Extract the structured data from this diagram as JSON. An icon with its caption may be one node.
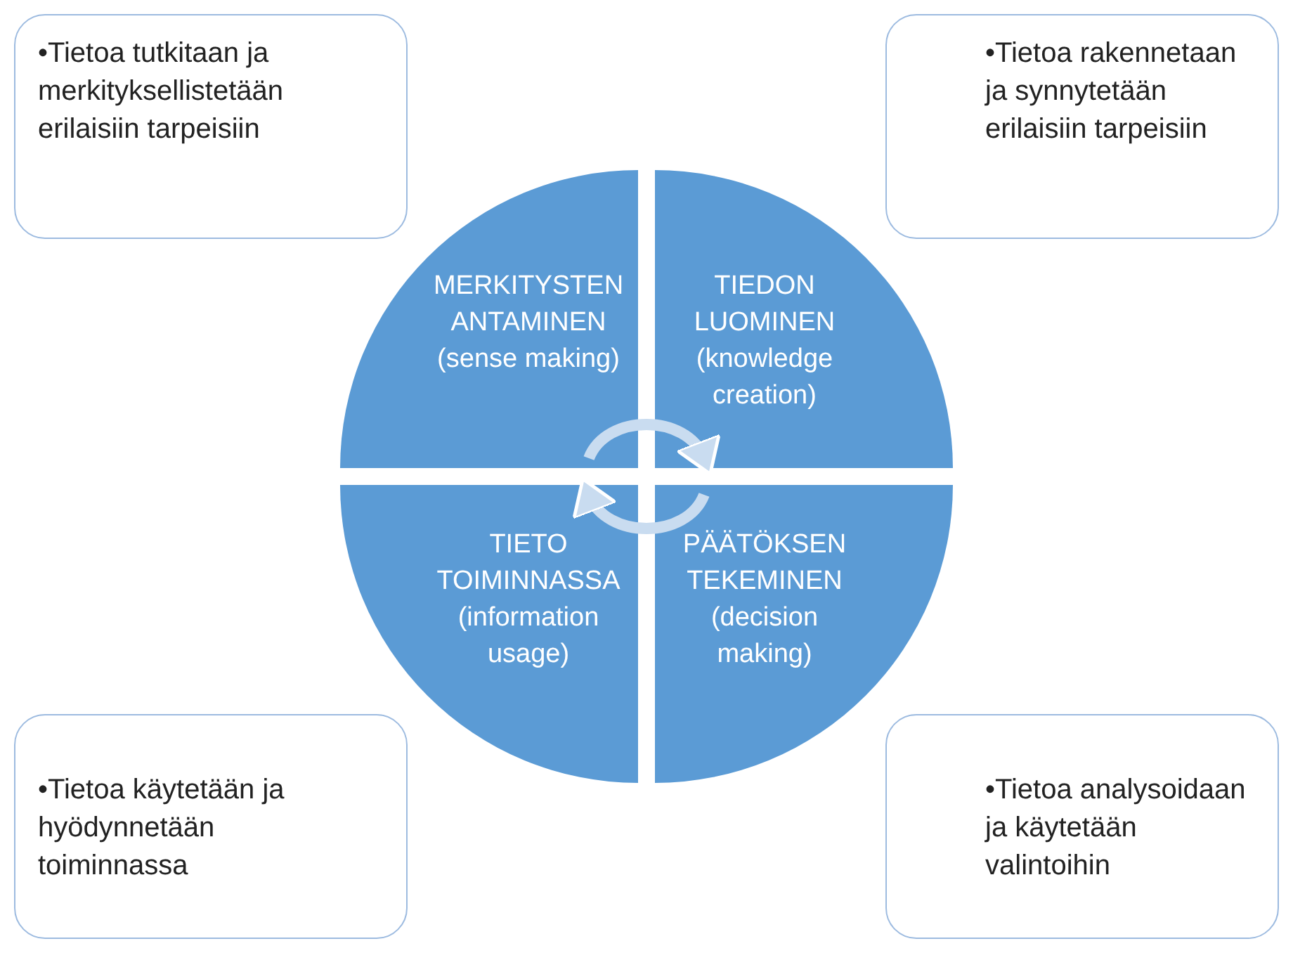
{
  "diagram": {
    "nodes": [
      {
        "text": [
          "•Tietoa tutkitaan ja merkityksellistetään erilaisiin tarpeisiin"
        ]
      },
      {
        "text": [
          "•Tietoa rakennetaan ja synnytetään erilaisiin tarpeisiin"
        ]
      },
      {
        "text": [
          "MERKITYSTEN ANTAMINEN (sense making)"
        ]
      },
      {
        "text": [
          "TIEDON LUOMINEN (knowledge creation)"
        ]
      },
      {
        "text": [
          "TIETO TOIMINNASSA (information usage)"
        ]
      },
      {
        "text": [
          "PÄÄTÖKSEN TEKEMINEN (decision making)"
        ]
      },
      {
        "text": [
          "•Tietoa käytetään ja hyödynnetään toiminnassa"
        ]
      },
      {
        "text": [
          "•Tietoa analysoidaan ja käytetään valintoihin"
        ]
      }
    ],
    "edges": [
      {
        "from": 2,
        "to": 3,
        "arrow": "to"
      },
      {
        "from": 5,
        "to": 4,
        "arrow": "to"
      }
    ]
  }
}
